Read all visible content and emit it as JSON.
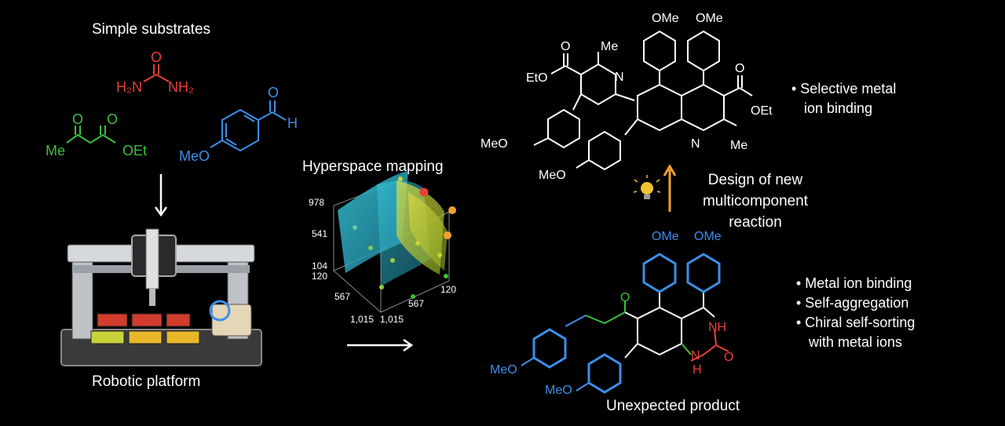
{
  "labels": {
    "substrates": "Simple substrates",
    "robotic": "Robotic platform",
    "hyperspace": "Hyperspace mapping",
    "unexpected": "Unexpected product",
    "design": [
      "Design of new",
      "multicomponent",
      "reaction"
    ]
  },
  "molecules": {
    "urea": {
      "o": "O",
      "left": "H₂N",
      "right": "NH₂"
    },
    "ketoester": {
      "o1": "O",
      "o2": "O",
      "me": "Me",
      "oet": "OEt"
    },
    "aldehyde": {
      "o": "O",
      "h": "H",
      "meo": "MeO"
    }
  },
  "plot": {
    "ticks_left": [
      "978",
      "541",
      "104",
      "120"
    ],
    "ticks_bottom": [
      "567",
      "1,015",
      "1,015",
      "567",
      "120"
    ]
  },
  "top_molecule": {
    "labels": [
      "OMe",
      "OMe",
      "Me",
      "N",
      "EtO",
      "O",
      "O",
      "OEt",
      "N",
      "Me",
      "MeO",
      "MeO"
    ]
  },
  "bottom_molecule": {
    "labels": [
      "OMe",
      "OMe",
      "O",
      "NH",
      "N",
      "H",
      "O",
      "MeO",
      "MeO"
    ]
  },
  "bullets_top": [
    "• Selective metal",
    "ion binding"
  ],
  "bullets_bottom": [
    "• Metal ion binding",
    "• Self-aggregation",
    "• Chiral self-sorting",
    "with metal ions"
  ],
  "colors": {
    "red": "#e8403a",
    "green": "#3cbf3c",
    "blue": "#3d8ee8",
    "orange": "#f0a030",
    "cyan": "#2fb7c9",
    "yellow": "#c8d23a"
  },
  "icons": [
    "down-arrow-icon",
    "right-arrow-icon",
    "up-arrow-icon",
    "lightbulb-icon",
    "robot-icon"
  ]
}
